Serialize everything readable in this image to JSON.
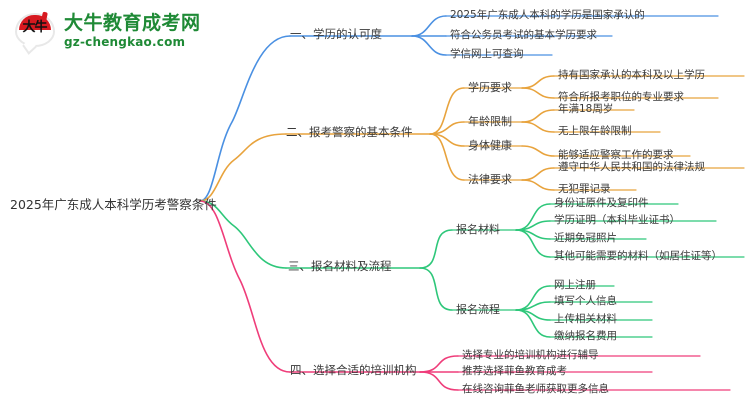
{
  "logo": {
    "mark_text": "大牛",
    "title": "大牛教育成考网",
    "subtitle": "gz-chengkao.com",
    "brand_color": "#1f8a36",
    "mark_color": "#d71920"
  },
  "mindmap": {
    "root": {
      "label": "2025年广东成人本科学历考警察条件"
    },
    "branches": [
      {
        "label": "一、学历的认可度",
        "color": "#4a90e2",
        "children": [
          {
            "label": "2025年广东成人本科的学历是国家承认的"
          },
          {
            "label": "符合公务员考试的基本学历要求"
          },
          {
            "label": "学信网上可查询"
          }
        ]
      },
      {
        "label": "二、报考警察的基本条件",
        "color": "#e8a33d",
        "groups": [
          {
            "label": "学历要求",
            "children": [
              {
                "label": "持有国家承认的本科及以上学历"
              },
              {
                "label": "符合所报考职位的专业要求"
              }
            ]
          },
          {
            "label": "年龄限制",
            "children": [
              {
                "label": "年满18周岁"
              },
              {
                "label": "无上限年龄限制"
              }
            ]
          },
          {
            "label": "身体健康",
            "children": [
              {
                "label": "能够适应警察工作的要求"
              }
            ]
          },
          {
            "label": "法律要求",
            "children": [
              {
                "label": "遵守中华人民共和国的法律法规"
              },
              {
                "label": "无犯罪记录"
              }
            ]
          }
        ]
      },
      {
        "label": "三、报名材料及流程",
        "color": "#2ec77a",
        "groups": [
          {
            "label": "报名材料",
            "children": [
              {
                "label": "身份证原件及复印件"
              },
              {
                "label": "学历证明（本科毕业证书）"
              },
              {
                "label": "近期免冠照片"
              },
              {
                "label": "其他可能需要的材料（如居住证等）"
              }
            ]
          },
          {
            "label": "报名流程",
            "children": [
              {
                "label": "网上注册"
              },
              {
                "label": "填写个人信息"
              },
              {
                "label": "上传相关材料"
              },
              {
                "label": "缴纳报名费用"
              }
            ]
          }
        ]
      },
      {
        "label": "四、选择合适的培训机构",
        "color": "#ef3d7a",
        "children": [
          {
            "label": "选择专业的培训机构进行辅导"
          },
          {
            "label": "推荐选择菲鱼教育成考"
          },
          {
            "label": "在线咨询菲鱼老师获取更多信息"
          }
        ]
      }
    ]
  }
}
